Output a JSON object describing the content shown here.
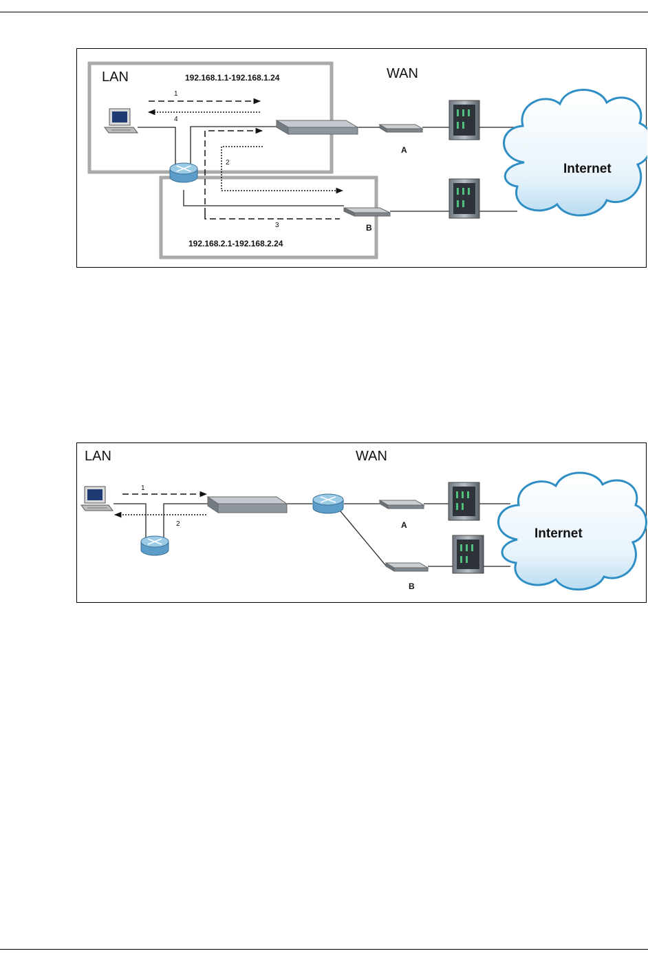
{
  "figure1": {
    "lan_label": "LAN",
    "wan_label": "WAN",
    "lan1_range": "192.168.1.1-192.168.1.24",
    "lan2_range": "192.168.2.1-192.168.2.24",
    "steps": [
      "1",
      "2",
      "3",
      "4"
    ],
    "modem_a_label": "A",
    "modem_b_label": "B",
    "cloud_label": "Internet"
  },
  "figure2": {
    "lan_label": "LAN",
    "wan_label": "WAN",
    "steps": [
      "1",
      "2"
    ],
    "modem_a_label": "A",
    "modem_b_label": "B",
    "cloud_label": "Internet"
  },
  "colors": {
    "zone_border": "#a9a9a9",
    "cloud_fill": "#eaf5fc",
    "cloud_edge": "#2f8ec4",
    "router_body": "#9ccbe8",
    "device_body": "#9aa3ab"
  }
}
